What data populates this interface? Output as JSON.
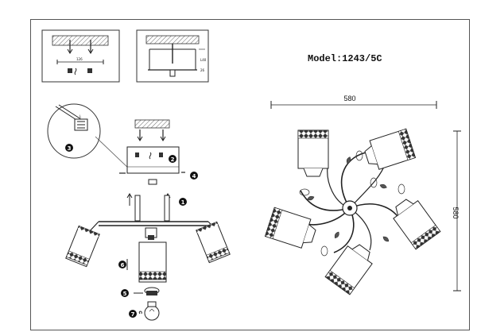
{
  "model_label": "Model:1243/5C",
  "dimensions": {
    "width": "580",
    "height": "580"
  },
  "detail_labels": {
    "spacing": "126",
    "l40": "L40",
    "d26": "26",
    "lsmall": "L"
  },
  "steps": [
    "1",
    "2",
    "3",
    "4",
    "5",
    "6",
    "7"
  ],
  "colors": {
    "line": "#222222",
    "hatch": "#666666",
    "badge": "#111111"
  }
}
